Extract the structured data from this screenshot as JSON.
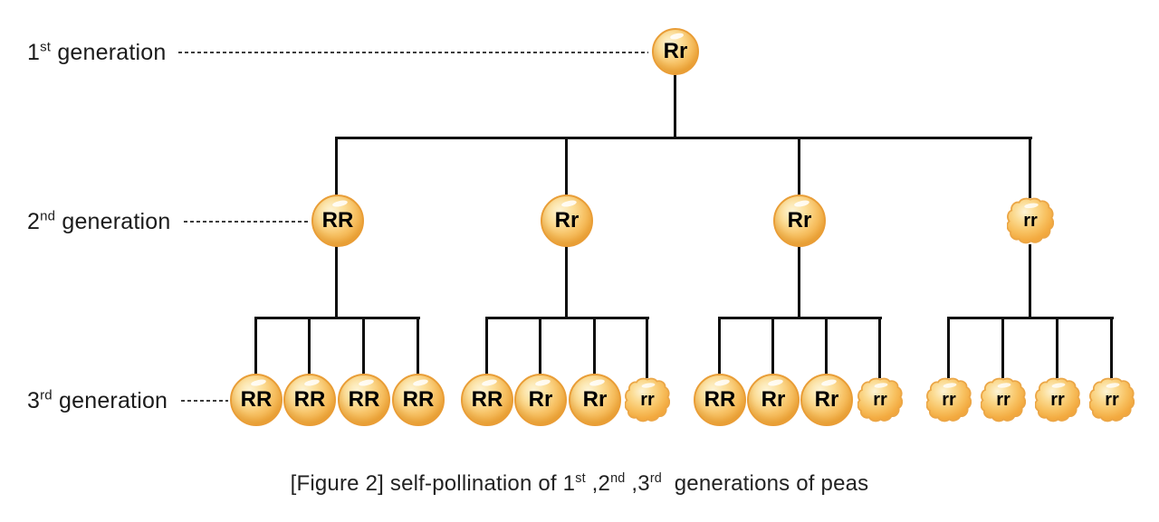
{
  "row_labels": {
    "gen1": {
      "num": "1",
      "sup": "st",
      "text": " generation"
    },
    "gen2": {
      "num": "2",
      "sup": "nd",
      "text": " generation"
    },
    "gen3": {
      "num": "3",
      "sup": "rd",
      "text": " generation"
    }
  },
  "tree": {
    "gen1": {
      "genotype": "Rr",
      "shape": "round"
    },
    "gen2": [
      {
        "genotype": "RR",
        "shape": "round"
      },
      {
        "genotype": "Rr",
        "shape": "round"
      },
      {
        "genotype": "Rr",
        "shape": "round"
      },
      {
        "genotype": "rr",
        "shape": "wrinkled"
      }
    ],
    "gen3": [
      {
        "parent": "RR",
        "children": [
          {
            "genotype": "RR",
            "shape": "round"
          },
          {
            "genotype": "RR",
            "shape": "round"
          },
          {
            "genotype": "RR",
            "shape": "round"
          },
          {
            "genotype": "RR",
            "shape": "round"
          }
        ]
      },
      {
        "parent": "Rr",
        "children": [
          {
            "genotype": "RR",
            "shape": "round"
          },
          {
            "genotype": "Rr",
            "shape": "round"
          },
          {
            "genotype": "Rr",
            "shape": "round"
          },
          {
            "genotype": "rr",
            "shape": "wrinkled"
          }
        ]
      },
      {
        "parent": "Rr",
        "children": [
          {
            "genotype": "RR",
            "shape": "round"
          },
          {
            "genotype": "Rr",
            "shape": "round"
          },
          {
            "genotype": "Rr",
            "shape": "round"
          },
          {
            "genotype": "rr",
            "shape": "wrinkled"
          }
        ]
      },
      {
        "parent": "rr",
        "children": [
          {
            "genotype": "rr",
            "shape": "wrinkled"
          },
          {
            "genotype": "rr",
            "shape": "wrinkled"
          },
          {
            "genotype": "rr",
            "shape": "wrinkled"
          },
          {
            "genotype": "rr",
            "shape": "wrinkled"
          }
        ]
      }
    ]
  },
  "caption": {
    "p1": "[Figure 2] self-pollination of 1",
    "s1": "st",
    "p2": " ,2",
    "s2": "nd",
    "p3": " ,3",
    "s3": "rd",
    "p4": "  generations of peas"
  },
  "colors": {
    "pea_border": "#e99d36",
    "pea_body": "#f4ae45",
    "pea_highlight": "#fdf4d6",
    "line": "#0d0d0d",
    "text": "#1b1b1b"
  }
}
